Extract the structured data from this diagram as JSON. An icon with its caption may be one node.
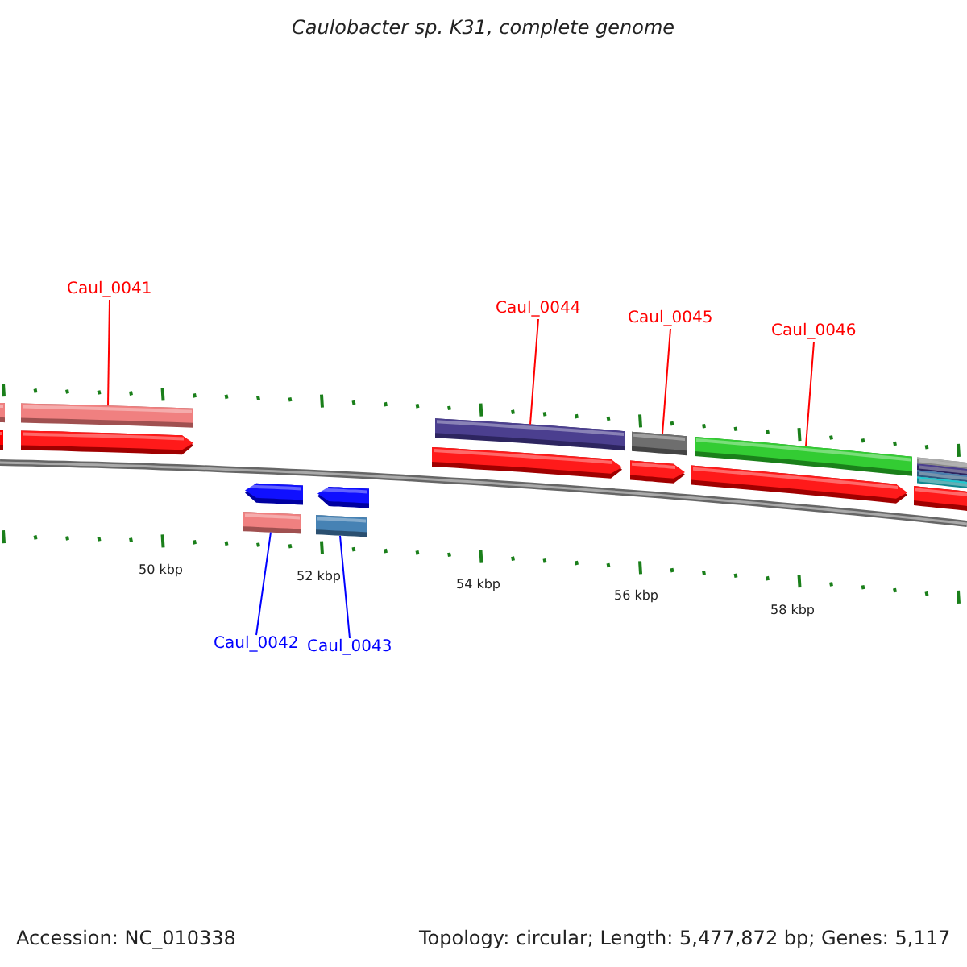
{
  "diagram": {
    "title": "Caulobacter sp. K31, complete genome",
    "nodes": [
      {
        "text": [
          "Caul_0041"
        ]
      },
      {
        "text": [],
        "shape": "bar"
      },
      {
        "text": [
          "Caul_0042"
        ]
      },
      {
        "text": [],
        "shape": "bar"
      },
      {
        "text": [
          "Caul_0043"
        ]
      },
      {
        "text": [],
        "shape": "bar"
      },
      {
        "text": [
          "Caul_0044"
        ]
      },
      {
        "text": [],
        "shape": "bar"
      },
      {
        "text": [
          "Caul_0045"
        ]
      },
      {
        "text": [],
        "shape": "bar"
      },
      {
        "text": [
          "Caul_0046"
        ]
      },
      {
        "text": [],
        "shape": "bar"
      }
    ],
    "edges": [
      {
        "from": 0,
        "to": 1,
        "arrow": "none"
      },
      {
        "from": 2,
        "to": 3,
        "arrow": "none",
        "color": "#0000ff"
      },
      {
        "from": 4,
        "to": 5,
        "arrow": "none",
        "color": "#0000ff"
      },
      {
        "from": 6,
        "to": 7,
        "arrow": "none"
      },
      {
        "from": 8,
        "to": 9,
        "arrow": "none"
      },
      {
        "from": 10,
        "to": 11,
        "arrow": "none"
      }
    ],
    "labels": [
      "50 kbp",
      "52 kbp",
      "54 kbp",
      "56 kbp",
      "58 kbp",
      "Accession: NC_010338",
      "Topology: circular; Length: 5,477,872 bp; Genes: 5,117"
    ]
  }
}
